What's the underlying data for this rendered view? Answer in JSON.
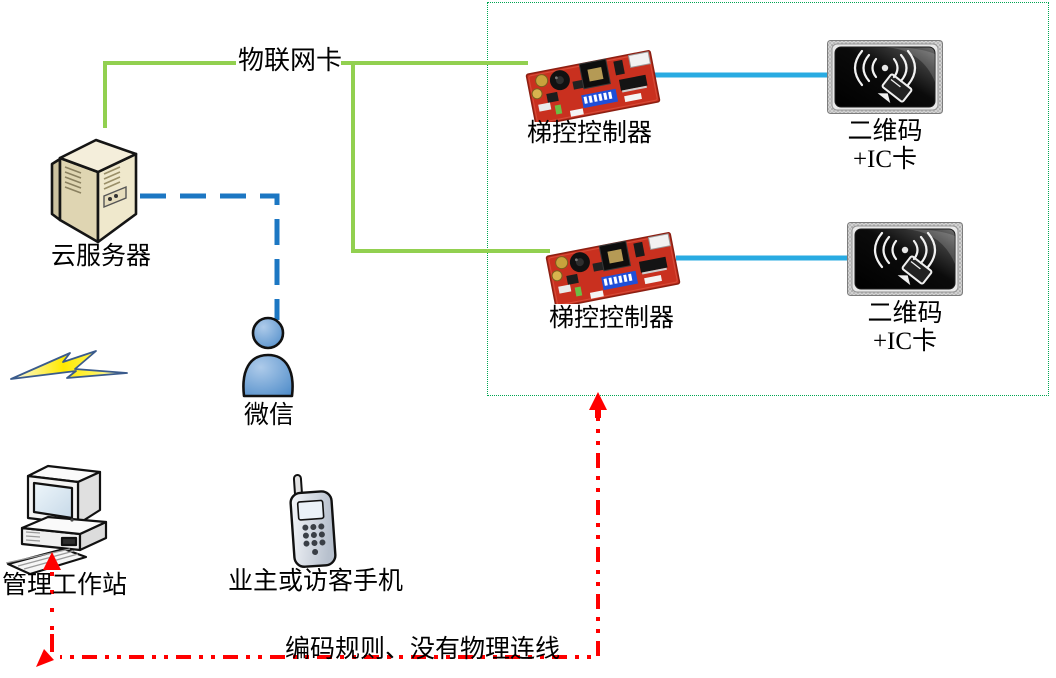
{
  "diagram_title": "",
  "colors": {
    "iot_line_green": "#92d050",
    "zone_border_green": "#00a651",
    "server_link_blue": "#1c77c3",
    "reader_link_cyan": "#29abe2",
    "virtual_link_red": "#ff0000",
    "pcb_red": "#c9301f",
    "reader_black": "#0a0a0a"
  },
  "nodes": {
    "cloud_server": {
      "label": "云服务器"
    },
    "iot_card": {
      "label": "物联网卡"
    },
    "wechat": {
      "label": "微信"
    },
    "workstation": {
      "label": "管理工作站"
    },
    "phone": {
      "label": "业主或访客手机"
    }
  },
  "zone": {
    "controllers": [
      {
        "label": "梯控控制器"
      },
      {
        "label": "梯控控制器"
      }
    ],
    "readers": [
      {
        "label_line1": "二维码",
        "label_line2": "+IC卡"
      },
      {
        "label_line1": "二维码",
        "label_line2": "+IC卡"
      }
    ]
  },
  "annotation": {
    "no_physical_link": "编码规则、没有物理连线"
  }
}
